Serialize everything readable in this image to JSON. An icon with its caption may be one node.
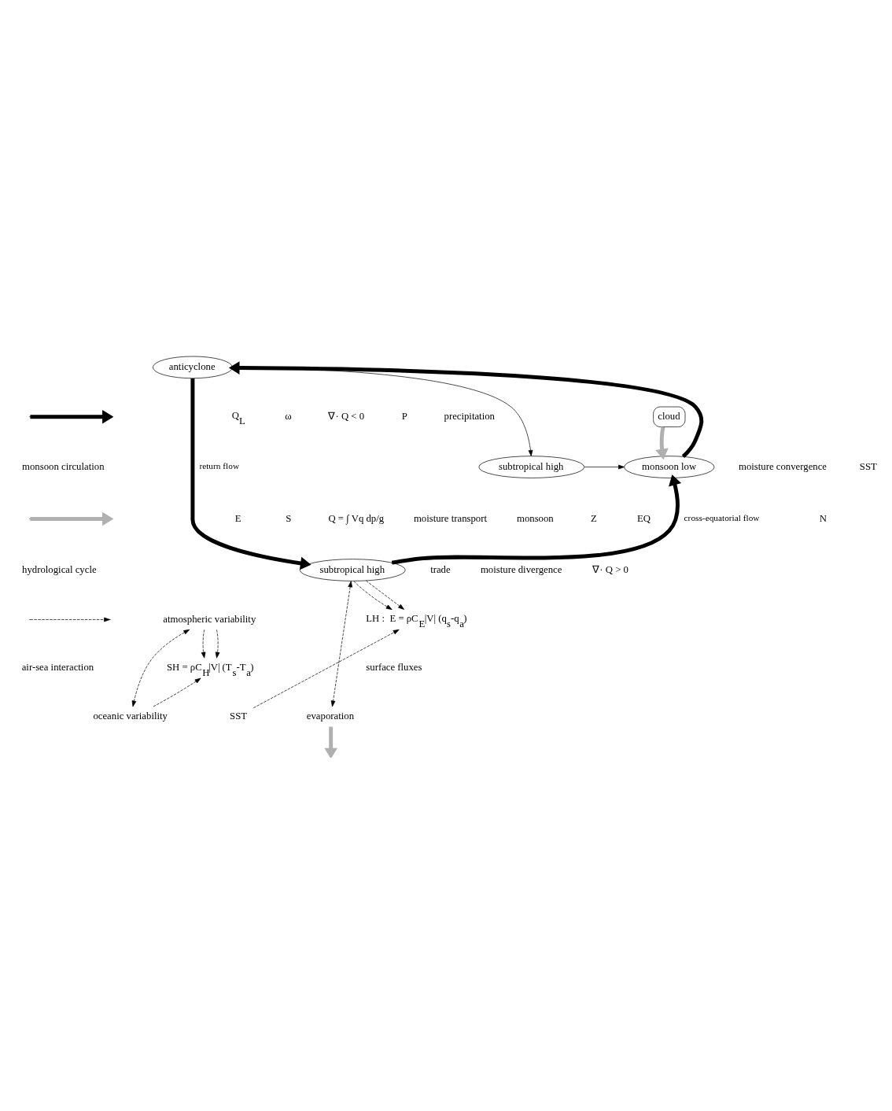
{
  "diagram": {
    "nodes": [
      {
        "text": [
          "anticyclone"
        ]
      },
      {
        "text": [
          "cloud"
        ]
      },
      {
        "text": [
          "monsoon low"
        ]
      },
      {
        "text": [
          "subtropical high"
        ]
      },
      {
        "text": [
          "subtropical high"
        ]
      },
      {
        "text": [
          "LH :  E = ρC$_{E}$|V| (q$_{s}$-q$_{a}$)"
        ]
      },
      {
        "text": [
          "SH = ρC$_{H}$|V| (T$_{s}$-T$_{a}$)"
        ]
      },
      {
        "text": [
          "atmospheric variability"
        ]
      },
      {
        "text": [
          "oceanic variability"
        ]
      },
      {
        "text": [
          "SST"
        ]
      },
      {
        "text": [
          "evaporation"
        ]
      }
    ],
    "edges": [
      {
        "from": 0,
        "to": 3,
        "arrow": "to"
      },
      {
        "from": 3,
        "to": 2,
        "arrow": "to"
      },
      {
        "from": 2,
        "to": 0,
        "arrow": "to",
        "style": "thick"
      },
      {
        "from": 0,
        "to": 4,
        "arrow": "to",
        "label": "return flow",
        "style": "thick"
      },
      {
        "from": 4,
        "to": 2,
        "arrow": "to",
        "label": "cross-equatorial flow",
        "style": "thick"
      },
      {
        "from": 1,
        "to": 2,
        "arrow": "to",
        "style": "thick",
        "color": "#b0b0b0"
      },
      {
        "from": 10,
        "to": null,
        "arrow": "to",
        "style": "thick",
        "color": "#b0b0b0"
      },
      {
        "from": 4,
        "to": 5,
        "arrow": "to",
        "style": "dashed"
      },
      {
        "from": 4,
        "to": 5,
        "arrow": "to",
        "style": "dashed"
      },
      {
        "from": 9,
        "to": 5,
        "arrow": "to",
        "style": "dashed"
      },
      {
        "from": 4,
        "to": 10,
        "arrow": "both",
        "style": "dashed"
      },
      {
        "from": 7,
        "to": 6,
        "arrow": "to",
        "style": "dashed"
      },
      {
        "from": 7,
        "to": 6,
        "arrow": "to",
        "style": "dashed"
      },
      {
        "from": 8,
        "to": 6,
        "arrow": "to",
        "style": "dashed"
      },
      {
        "from": 7,
        "to": 8,
        "arrow": "both",
        "style": "dashed"
      }
    ],
    "labels": [
      "Q$_{L}$",
      "ω",
      "∇· Q < 0",
      "P",
      "precipitation",
      "moisture convergence",
      "SST",
      "monsoon",
      "Z",
      "N",
      "EQ",
      "E",
      "S",
      "Q = ∫ Vq dp/g",
      "moisture transport",
      "trade",
      "∇· Q > 0",
      "moisture divergence",
      "surface fluxes"
    ],
    "legend": [
      {
        "text": "monsoon circulation"
      },
      {
        "text": "hydrological cycle"
      },
      {
        "text": "air-sea interaction"
      }
    ]
  }
}
